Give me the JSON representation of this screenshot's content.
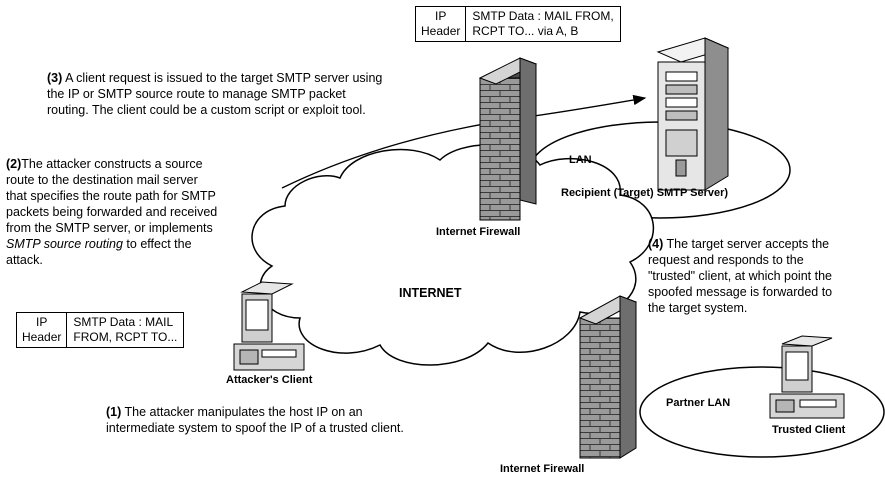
{
  "top_packet": {
    "header": [
      "IP",
      "Header"
    ],
    "body": [
      "SMTP Data : MAIL FROM,",
      "RCPT TO... via A, B"
    ]
  },
  "left_packet": {
    "header": [
      "IP",
      "Header"
    ],
    "body": [
      "SMTP Data : MAIL",
      "FROM, RCPT TO..."
    ]
  },
  "steps": {
    "step3": {
      "num": "(3)",
      "lines": [
        " A client request is issued to the target SMTP server using",
        "the IP or SMTP source route to manage SMTP packet",
        "routing. The client could be a custom script or exploit tool."
      ]
    },
    "step2": {
      "num": "(2)",
      "lines": [
        "The attacker constructs a source",
        "route to the destination mail server",
        "that specifies the route path for SMTP",
        "packets being forwarded and received",
        "from the SMTP server, or implements"
      ],
      "italic": "SMTP source routing",
      "tail": " to effect the",
      "last": "attack."
    },
    "step4": {
      "num": "(4)",
      "lines": [
        " The target server accepts the",
        "request and responds to the",
        "\"trusted\" client, at which point the",
        "spoofed message is forwarded to",
        "the target system."
      ]
    },
    "step1": {
      "num": "(1)",
      "lines": [
        " The attacker manipulates the host IP on an",
        "intermediate system to spoof the IP of a trusted client."
      ]
    }
  },
  "labels": {
    "lan": "LAN",
    "recipient": "Recipient (Target) SMTP Server)",
    "firewall_top": "Internet Firewall",
    "firewall_bottom": "Internet Firewall",
    "internet": "INTERNET",
    "attacker": "Attacker's Client",
    "partner_lan": "Partner LAN",
    "trusted": "Trusted Client"
  },
  "colors": {
    "brick_dark": "#5a5a5a",
    "brick_light": "#bdbdbd",
    "server_body": "#e6e6e6"
  }
}
